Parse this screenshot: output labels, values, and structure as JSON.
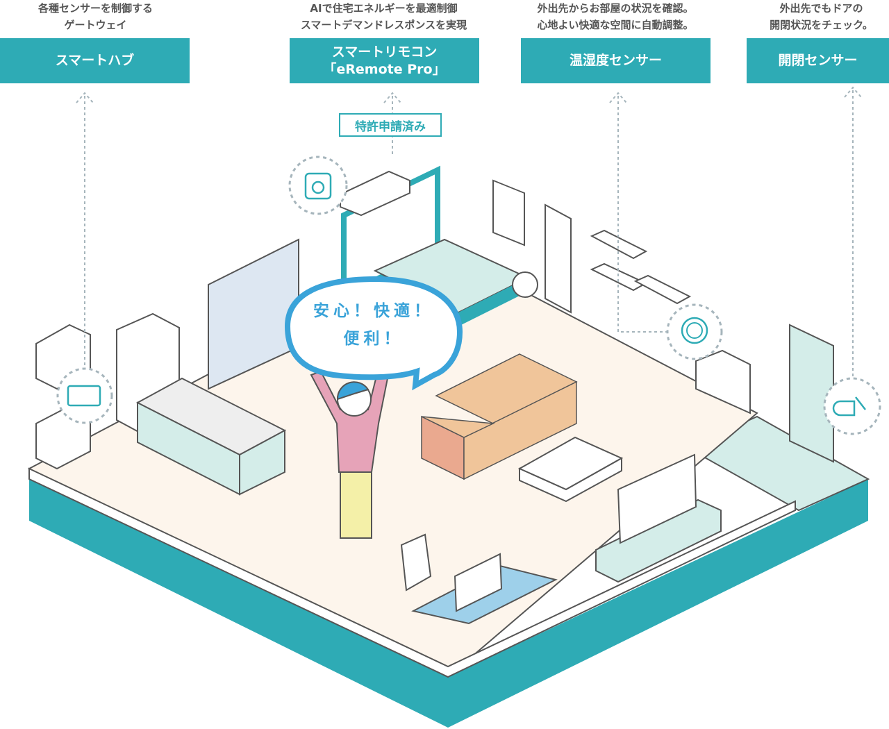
{
  "devices": [
    {
      "description": [
        "各種センサーを制御する",
        "ゲートウェイ"
      ],
      "name": "スマートハブ",
      "icon": "hub-icon"
    },
    {
      "description": [
        "AIで住宅エネルギーを最適制御",
        "スマートデマンドレスポンスを実現"
      ],
      "name": [
        "スマートリモコン",
        "「eRemote Pro」"
      ],
      "badge": "特許申請済み",
      "icon": "remote-icon"
    },
    {
      "description": [
        "外出先からお部屋の状況を確認。",
        "心地よい快適な空間に自動調整。"
      ],
      "name": "温湿度センサー",
      "icon": "thermo-hygro-sensor-icon"
    },
    {
      "description": [
        "外出先でもドアの",
        "開閉状況をチェック。"
      ],
      "name": "開閉センサー",
      "icon": "door-sensor-icon"
    }
  ],
  "speech_bubble": [
    "安心！快適！",
    "便利！"
  ],
  "colors": {
    "accent": "#2eabb5",
    "bubble": "#3aa3d9",
    "floor": "#fdf5ec",
    "sofa": "#f0c59a"
  }
}
